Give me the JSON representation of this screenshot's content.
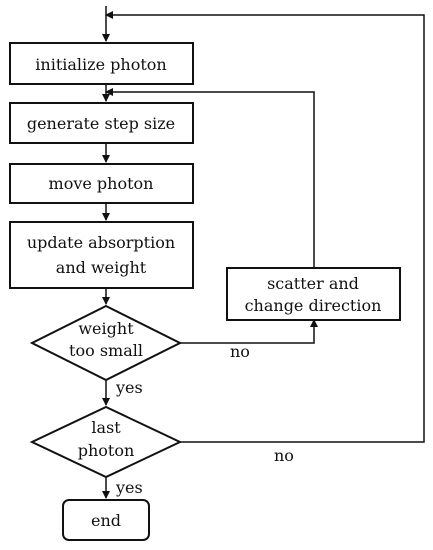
{
  "nodes": {
    "initialize": {
      "label": "initialize photon"
    },
    "generate": {
      "label": "generate step size"
    },
    "move": {
      "label": "move photon"
    },
    "update": {
      "line1": "update absorption",
      "line2": "and weight"
    },
    "scatter": {
      "line1": "scatter and",
      "line2": "change direction"
    },
    "weight_check": {
      "line1": "weight",
      "line2": "too small"
    },
    "last_photon": {
      "line1": "last",
      "line2": "photon"
    },
    "end": {
      "label": "end"
    }
  },
  "edges": {
    "weight_yes": "yes",
    "weight_no": "no",
    "last_yes": "yes",
    "last_no": "no"
  }
}
